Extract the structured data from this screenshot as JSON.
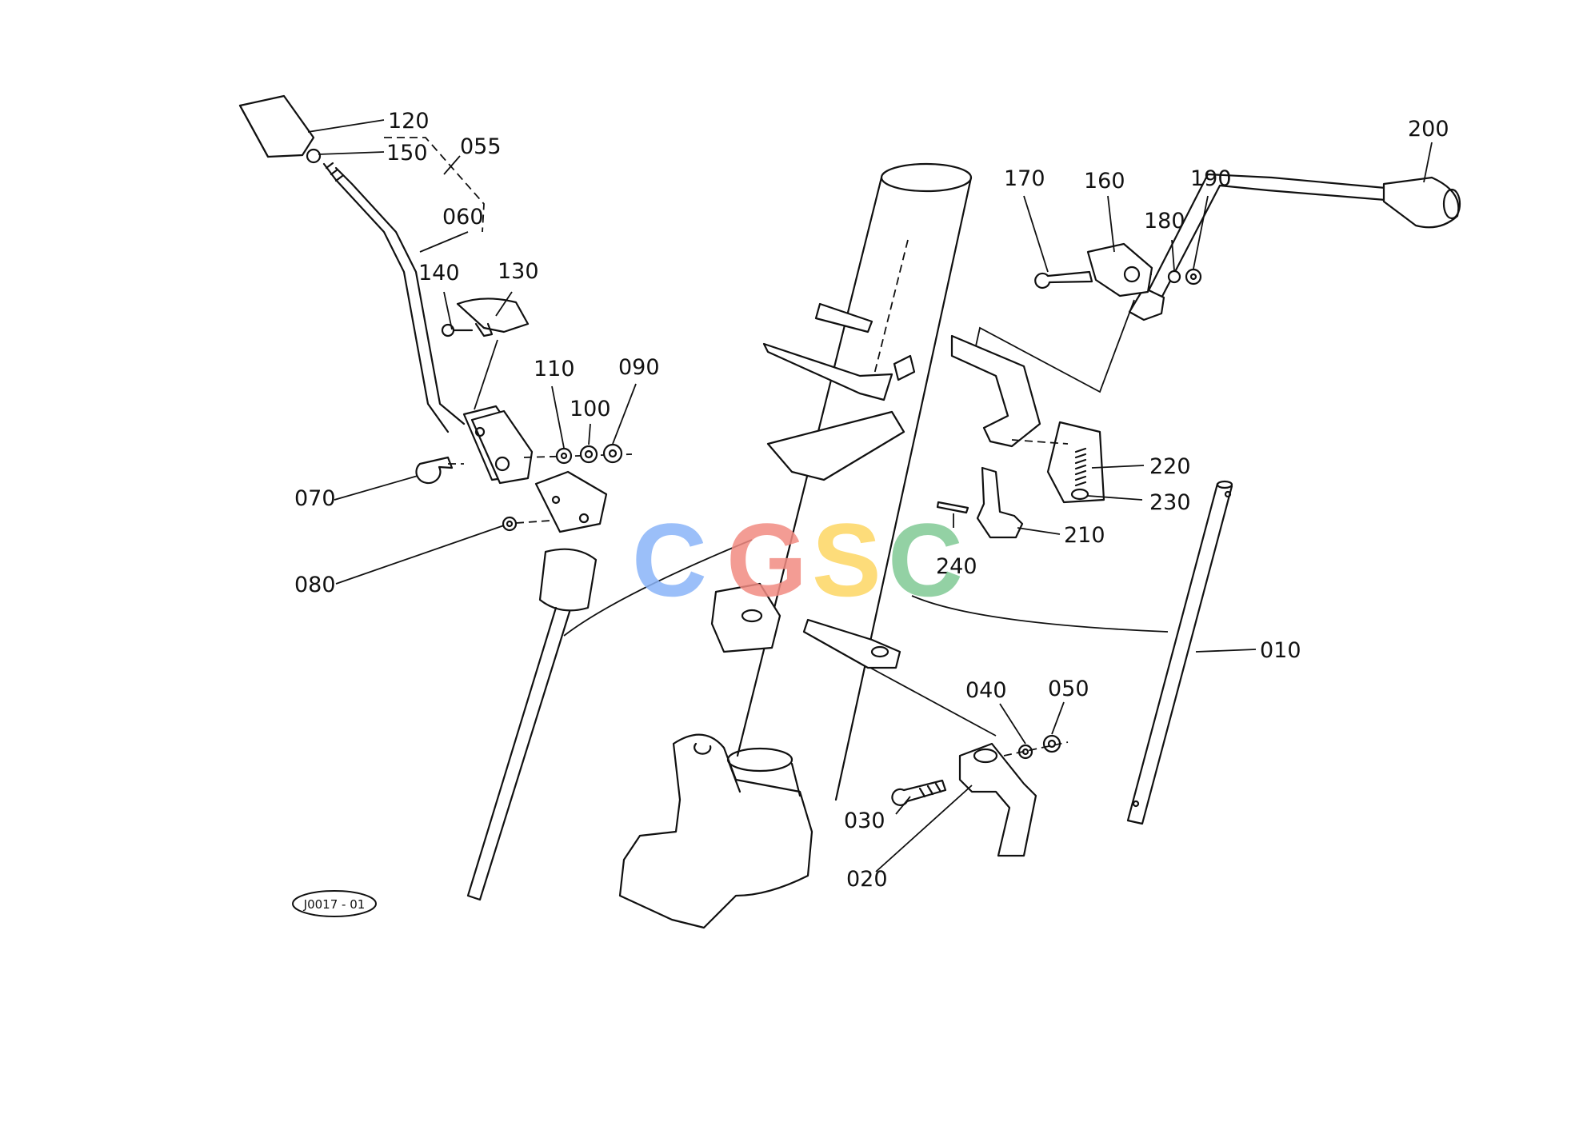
{
  "diagram": {
    "part_numbers": {
      "p120": "120",
      "p150": "150",
      "p055": "055",
      "p060": "060",
      "p140": "140",
      "p130": "130",
      "p110": "110",
      "p100": "100",
      "p090": "090",
      "p070": "070",
      "p080": "080",
      "p170": "170",
      "p160": "160",
      "p180": "180",
      "p190": "190",
      "p200": "200",
      "p220": "220",
      "p230": "230",
      "p210": "210",
      "p240": "240",
      "p010": "010",
      "p040": "040",
      "p050": "050",
      "p030": "030",
      "p020": "020"
    },
    "drawing_ref": "J0017 - 01"
  },
  "watermark": {
    "letters": [
      "C",
      "G",
      "S",
      "C"
    ],
    "colors": [
      "#8ab4f8",
      "#f28b82",
      "#fdd663",
      "#81c995"
    ]
  }
}
